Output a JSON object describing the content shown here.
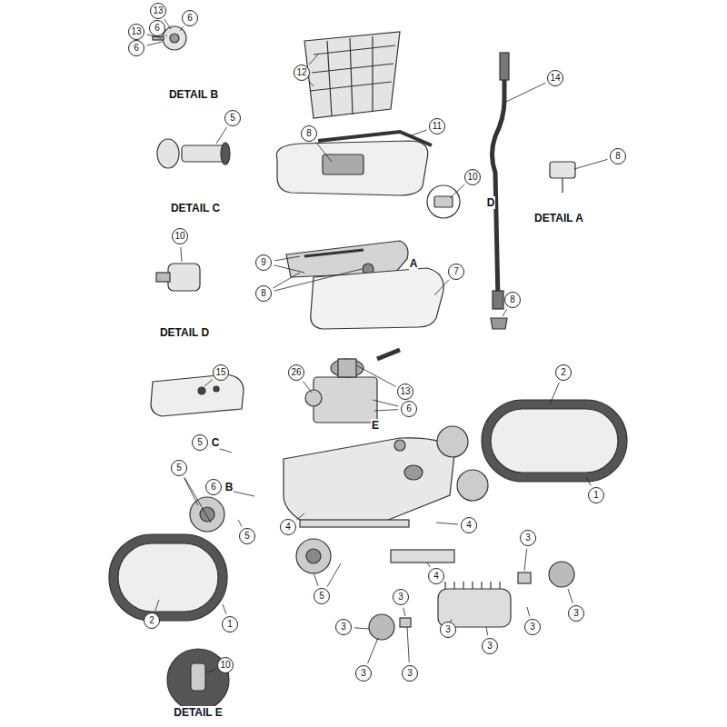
{
  "diagram": {
    "labels": [
      "13",
      "6",
      "6",
      "13",
      "6",
      "DETAIL B",
      "5",
      "DETAIL C",
      "12",
      "8",
      "11",
      "10",
      "D",
      "14",
      "8",
      "DETAIL A",
      "10",
      "DETAIL D",
      "9",
      "8",
      "A",
      "7",
      "8",
      "15",
      "26",
      "13",
      "6",
      "2",
      "5",
      "C",
      "E",
      "6",
      "B",
      "5",
      "5",
      "4",
      "4",
      "1",
      "3",
      "4",
      "5",
      "2",
      "1",
      "3",
      "3",
      "3",
      "3",
      "3",
      "3",
      "3",
      "3",
      "10",
      "DETAIL E"
    ]
  }
}
